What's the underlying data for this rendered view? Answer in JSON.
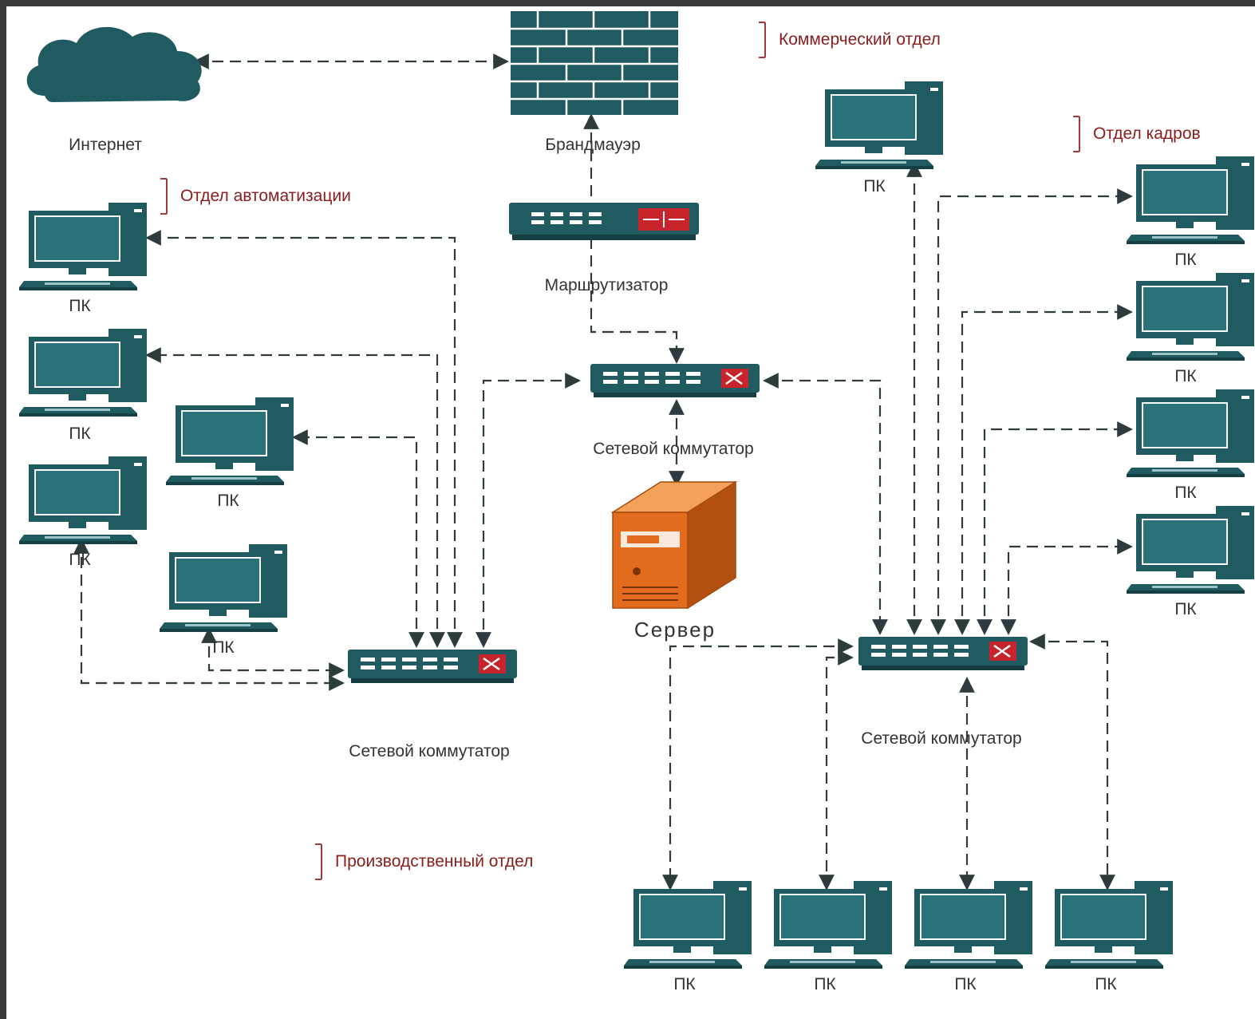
{
  "labels": {
    "internet": "Интернет",
    "firewall": "Брандмауэр",
    "router": "Маршрутизатор",
    "switch_main": "Сетевой коммутатор",
    "switch_left": "Сетевой коммутатор",
    "switch_right": "Сетевой коммутатор",
    "server": "Сервер",
    "pc": "ПК"
  },
  "departments": {
    "commercial": "Коммерческий отдел",
    "hr": "Отдел кадров",
    "automation": "Отдел автоматизации",
    "production": "Производственный отдел"
  },
  "colors": {
    "device_teal": "#1f5b60",
    "device_teal_light": "#2b7178",
    "server_orange": "#e36b1d",
    "dept_red": "#8b1c1c",
    "line": "#2e3b3d"
  },
  "legend_icons": [
    "cloud-icon",
    "firewall-icon",
    "router-icon",
    "switch-icon",
    "server-icon",
    "pc-icon"
  ]
}
